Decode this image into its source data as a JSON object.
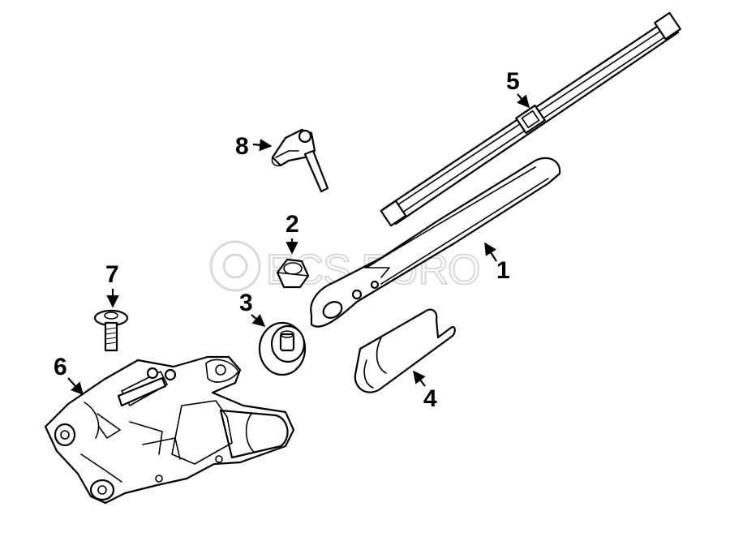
{
  "diagram": {
    "watermark": {
      "text": "ECS EURO"
    },
    "callouts": [
      {
        "id": "callout-1",
        "label": "1"
      },
      {
        "id": "callout-2",
        "label": "2"
      },
      {
        "id": "callout-3",
        "label": "3"
      },
      {
        "id": "callout-4",
        "label": "4"
      },
      {
        "id": "callout-5",
        "label": "5"
      },
      {
        "id": "callout-6",
        "label": "6"
      },
      {
        "id": "callout-7",
        "label": "7"
      },
      {
        "id": "callout-8",
        "label": "8"
      }
    ],
    "colors": {
      "line": "#000000",
      "fill": "#ffffff",
      "watermark": "#d9d9d9"
    }
  }
}
